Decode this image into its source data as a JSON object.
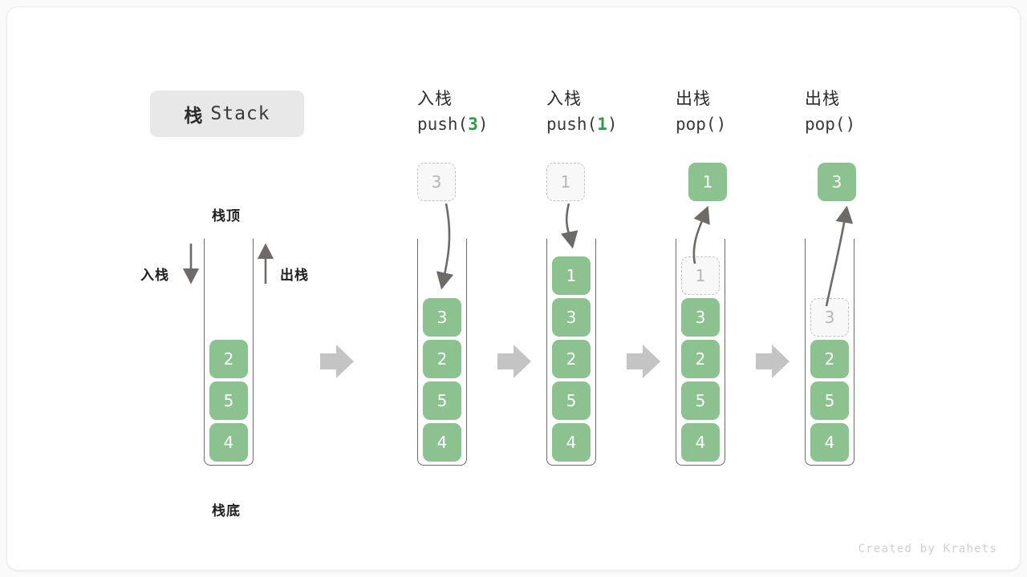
{
  "figure": {
    "title_cn": "栈",
    "title_en": "Stack",
    "credit": "Created by Krahets"
  },
  "legend": {
    "top_label": "栈顶",
    "bottom_label": "栈底",
    "push_label": "入栈",
    "pop_label": "出栈"
  },
  "colors": {
    "cell_fill": "#8cc28f",
    "cell_text": "#ffffff",
    "ghost_fill": "#f8f8f8",
    "ghost_text": "#b6b6b6",
    "ghost_border": "#c2c2c2",
    "container_stroke": "#6e6a68",
    "arrow_gray": "#6e6a68",
    "chevron_gray": "#c4c4c4",
    "badge_bg": "#e8e8e8",
    "accent_green": "#2e9a4a",
    "credit_text": "#cfcfcf"
  },
  "chart_data": {
    "type": "diagram",
    "title": "栈 Stack",
    "description": "Stack push/pop operation sequence",
    "stages": [
      {
        "id": "initial",
        "header_cn": "",
        "header_op": "",
        "op_value": "",
        "cells": [
          "2",
          "5",
          "4"
        ],
        "slots": [
          "empty",
          "empty",
          "2",
          "5",
          "4"
        ],
        "floating": null,
        "arrow": null
      },
      {
        "id": "push-3",
        "header_cn": "入栈",
        "header_op_prefix": "push(",
        "op_value": "3",
        "header_op_suffix": ")",
        "cells": [
          "3",
          "2",
          "5",
          "4"
        ],
        "slots": [
          "empty",
          "3",
          "2",
          "5",
          "4"
        ],
        "floating": {
          "value": "3",
          "style": "ghost"
        },
        "arrow": "down"
      },
      {
        "id": "push-1",
        "header_cn": "入栈",
        "header_op_prefix": "push(",
        "op_value": "1",
        "header_op_suffix": ")",
        "cells": [
          "1",
          "3",
          "2",
          "5",
          "4"
        ],
        "slots": [
          "1",
          "3",
          "2",
          "5",
          "4"
        ],
        "floating": {
          "value": "1",
          "style": "ghost"
        },
        "arrow": "down"
      },
      {
        "id": "pop-1",
        "header_cn": "出栈",
        "header_op_prefix": "pop(",
        "op_value": "",
        "header_op_suffix": ")",
        "cells": [
          "3",
          "2",
          "5",
          "4"
        ],
        "slots": [
          "ghost-1",
          "3",
          "2",
          "5",
          "4"
        ],
        "floating": {
          "value": "1",
          "style": "filled"
        },
        "arrow": "up"
      },
      {
        "id": "pop-3",
        "header_cn": "出栈",
        "header_op_prefix": "pop(",
        "op_value": "",
        "header_op_suffix": ")",
        "cells": [
          "2",
          "5",
          "4"
        ],
        "slots": [
          "empty",
          "ghost-3",
          "2",
          "5",
          "4"
        ],
        "floating": {
          "value": "3",
          "style": "filled"
        },
        "arrow": "up"
      }
    ],
    "separators": [
      "chevron",
      "chevron",
      "chevron",
      "chevron"
    ]
  },
  "stages": {
    "s1": {
      "cell0": "2",
      "cell1": "5",
      "cell2": "4"
    },
    "s2": {
      "head_cn": "入栈",
      "op_pre": "push(",
      "op_num": "3",
      "op_post": ")",
      "ghost": "3",
      "cell0": "3",
      "cell1": "2",
      "cell2": "5",
      "cell3": "4"
    },
    "s3": {
      "head_cn": "入栈",
      "op_pre": "push(",
      "op_num": "1",
      "op_post": ")",
      "ghost": "1",
      "cell0": "1",
      "cell1": "3",
      "cell2": "2",
      "cell3": "5",
      "cell4": "4"
    },
    "s4": {
      "head_cn": "出栈",
      "op_pre": "pop(",
      "op_num": "",
      "op_post": ")",
      "popped": "1",
      "ghost": "1",
      "cell0": "3",
      "cell1": "2",
      "cell2": "5",
      "cell3": "4"
    },
    "s5": {
      "head_cn": "出栈",
      "op_pre": "pop(",
      "op_num": "",
      "op_post": ")",
      "popped": "3",
      "ghost": "3",
      "cell0": "2",
      "cell1": "5",
      "cell2": "4"
    }
  }
}
